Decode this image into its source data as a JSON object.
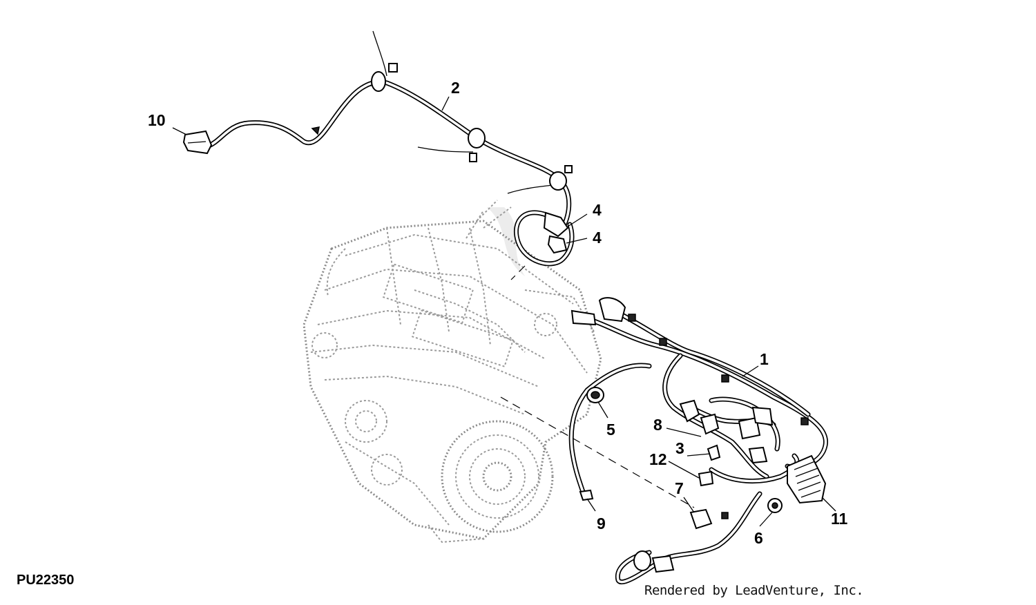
{
  "figure": {
    "code": "PU22350",
    "credit": "Rendered by LeadVenture, Inc."
  },
  "callouts": [
    {
      "label": "1",
      "part": "harness-main"
    },
    {
      "label": "2",
      "part": "harness-upper"
    },
    {
      "label": "3",
      "part": "connector"
    },
    {
      "label": "4",
      "part": "connector-upper"
    },
    {
      "label": "4",
      "part": "connector-lower"
    },
    {
      "label": "5",
      "part": "grommet"
    },
    {
      "label": "6",
      "part": "sensor"
    },
    {
      "label": "7",
      "part": "connector"
    },
    {
      "label": "8",
      "part": "connector"
    },
    {
      "label": "9",
      "part": "ground-terminal"
    },
    {
      "label": "10",
      "part": "end-connector"
    },
    {
      "label": "11",
      "part": "ecu-connector"
    },
    {
      "label": "12",
      "part": "clip"
    }
  ]
}
